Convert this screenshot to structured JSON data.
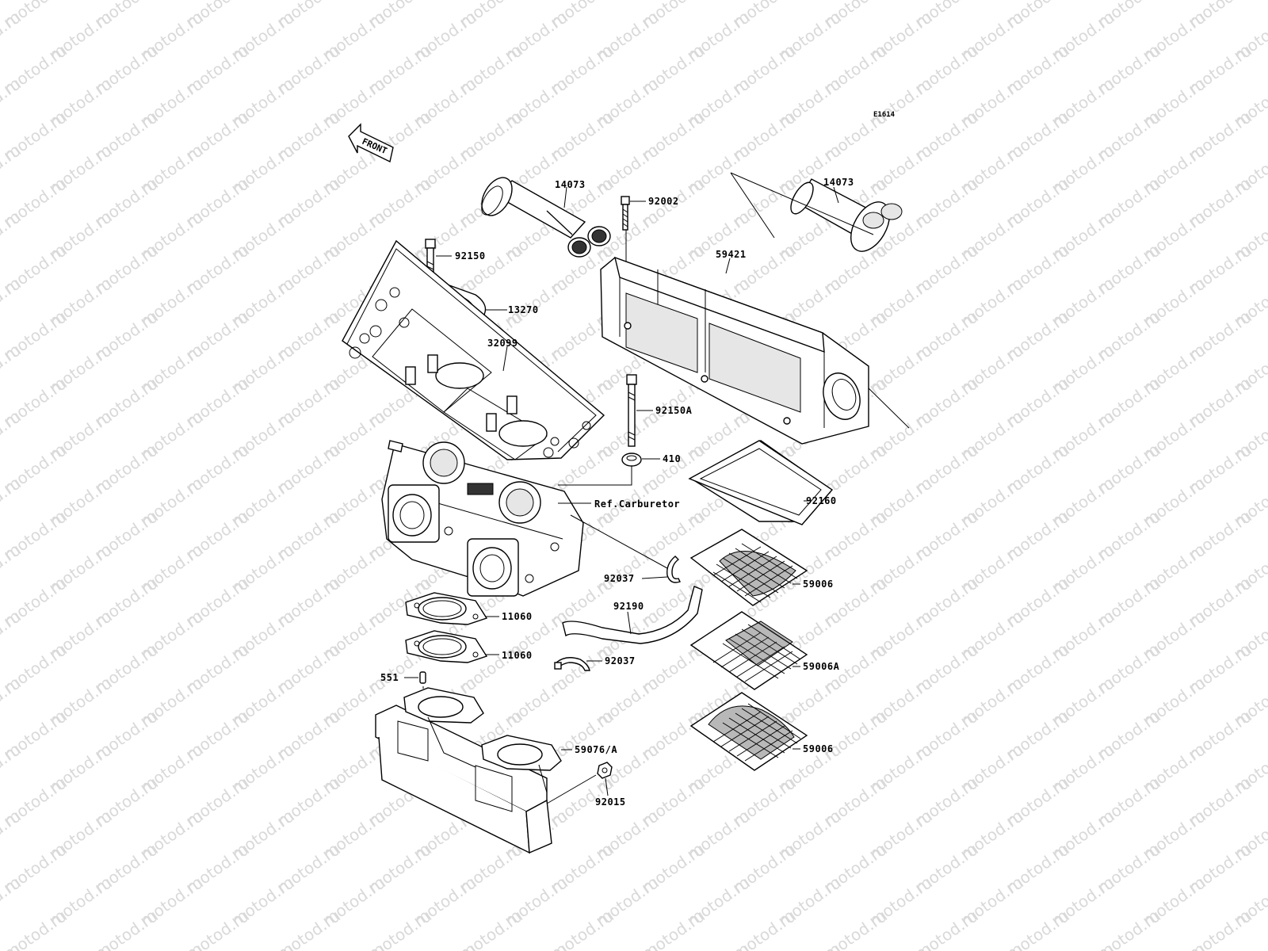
{
  "diagram": {
    "code": "E1614",
    "front_label": "FRONT",
    "watermark_text": "motod.ru",
    "labels": {
      "p14073_left": "14073",
      "p14073_right": "14073",
      "p92002": "92002",
      "p59421": "59421",
      "p92150": "92150",
      "p13270": "13270",
      "p32099": "32099",
      "p92150A": "92150A",
      "p410": "410",
      "ref_carb": "Ref.Carburetor",
      "p92160": "92160",
      "p92037_top": "92037",
      "p59006_top": "59006",
      "p92190": "92190",
      "p11060_top": "11060",
      "p11060_bottom": "11060",
      "p92037_bottom": "92037",
      "p59006A": "59006A",
      "p551": "551",
      "p59076A": "59076/A",
      "p59006_bottom": "59006",
      "p92015": "92015"
    }
  }
}
